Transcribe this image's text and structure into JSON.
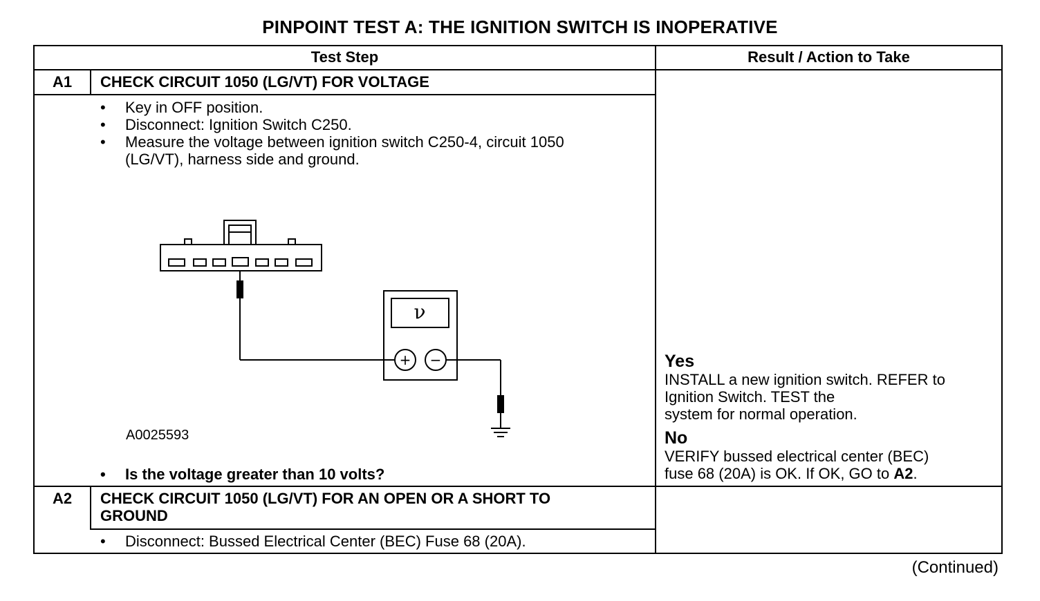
{
  "title": "PINPOINT TEST  A: THE IGNITION SWITCH IS INOPERATIVE",
  "headers": {
    "test_step": "Test Step",
    "result": "Result / Action to Take"
  },
  "steps": [
    {
      "id": "A1",
      "heading": "CHECK CIRCUIT 1050 (LG/VT) FOR VOLTAGE",
      "bullets": [
        "Key in OFF position.",
        "Disconnect: Ignition Switch C250.",
        "Measure the voltage between ignition switch C250-4, circuit 1050 (LG/VT), harness side and ground."
      ],
      "figure_id": "A0025593",
      "question": "Is the voltage greater than 10 volts?",
      "result": {
        "yes_label": "Yes",
        "yes_text_1": "INSTALL a new ignition switch. REFER to",
        "yes_text_2": "Ignition Switch. TEST the",
        "yes_text_3": "system for normal operation.",
        "no_label": "No",
        "no_text_1": "VERIFY bussed electrical center (BEC)",
        "no_text_2": "fuse 68 (20A) is OK. If OK, GO to ",
        "no_goto": "A2",
        "no_end": "."
      }
    },
    {
      "id": "A2",
      "heading_1": "CHECK CIRCUIT 1050 (LG/VT) FOR AN OPEN OR A SHORT TO",
      "heading_2": "GROUND",
      "bullets": [
        "Disconnect: Bussed Electrical Center (BEC) Fuse 68 (20A)."
      ]
    }
  ],
  "diagram": {
    "meter_symbol": "ν",
    "plus": "+",
    "minus": "−"
  },
  "continued": "(Continued)"
}
